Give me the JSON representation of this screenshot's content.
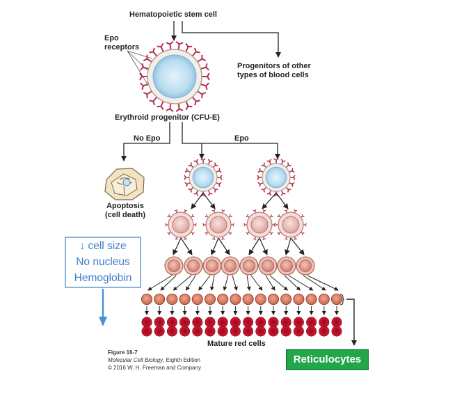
{
  "labels": {
    "hsc": "Hematopoietic stem cell",
    "epo_receptors_1": "Epo",
    "epo_receptors_2": "receptors",
    "other_progenitors_1": "Progenitors of other",
    "other_progenitors_2": "types of blood cells",
    "erythroid_progenitor": "Erythroid progenitor (CFU-E)",
    "no_epo": "No Epo",
    "epo": "Epo",
    "apoptosis_1": "Apoptosis",
    "apoptosis_2": "(cell death)",
    "mature_red_cells": "Mature red cells"
  },
  "info_box": {
    "line1": "↓ cell size",
    "line2": "No nucleus",
    "line3": "Hemoglobin"
  },
  "reticulocytes": "Reticulocytes",
  "caption": {
    "figure": "Figure 16-7",
    "book": "Molecular Cell Biology",
    "edition": ", Eighth Edition",
    "copyright": "© 2016 W. H. Freeman and Company"
  },
  "colors": {
    "receptor": "#b2304f",
    "progenitor_fill": "#bfe0f3",
    "early_cell": "#f1c9c4",
    "mid_cell": "#e8a89c",
    "retic_cell": "#e0866d",
    "mature_rbc": "#c8102e",
    "arrow_blue": "#4a8fd8",
    "green": "#22a64a"
  }
}
